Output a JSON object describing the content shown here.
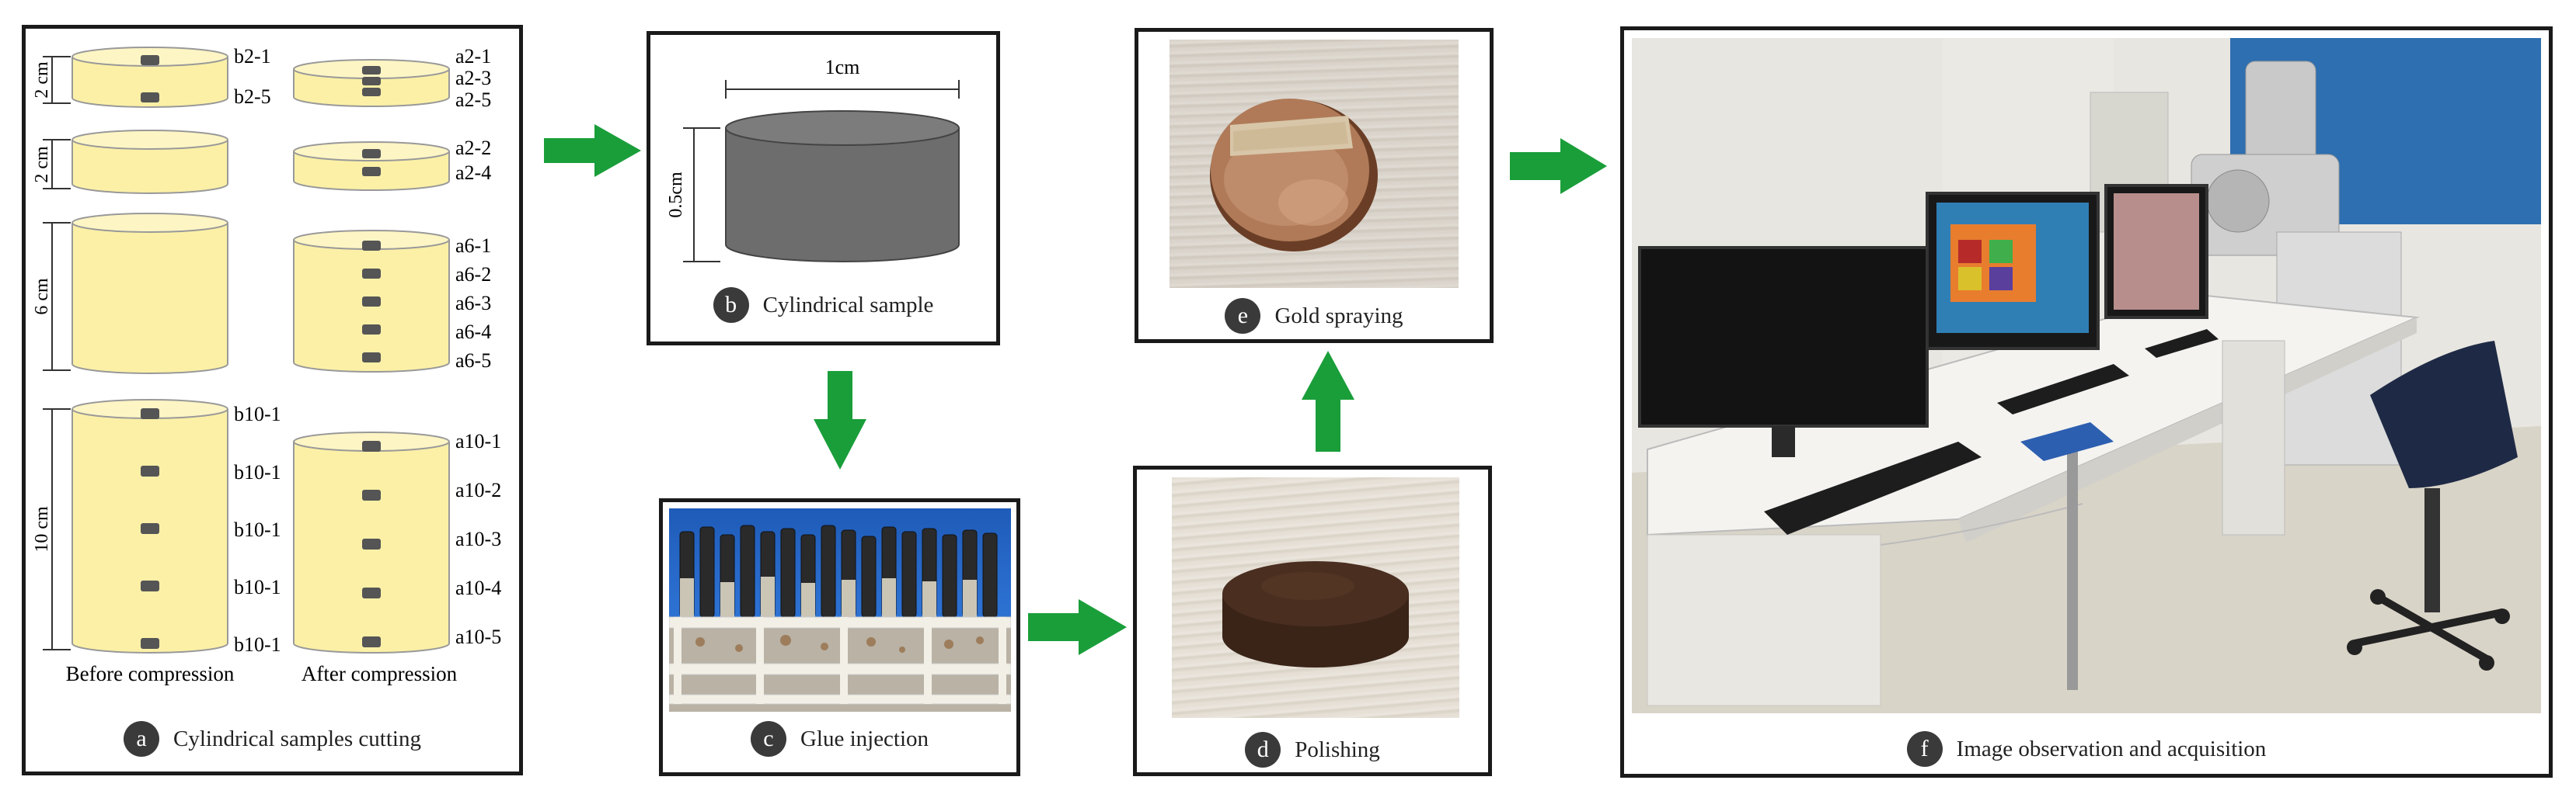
{
  "panels": {
    "a": {
      "badge": "a",
      "caption": "Cylindrical samples cutting"
    },
    "b": {
      "badge": "b",
      "caption": "Cylindrical sample"
    },
    "c": {
      "badge": "c",
      "caption": "Glue injection"
    },
    "d": {
      "badge": "d",
      "caption": "Polishing"
    },
    "e": {
      "badge": "e",
      "caption": "Gold spraying"
    },
    "f": {
      "badge": "f",
      "caption": "Image observation and acquisition"
    }
  },
  "panel_a": {
    "dim_2cm_a": "2 cm",
    "dim_2cm_b": "2 cm",
    "dim_6cm": "6 cm",
    "dim_10cm": "10 cm",
    "before_label": "Before compression",
    "after_label": "After compression",
    "b2_labels": [
      "b2-1",
      "b2-5"
    ],
    "a2_labels": [
      "a2-1",
      "a2-3",
      "a2-5"
    ],
    "a2b_labels": [
      "a2-2",
      "a2-4"
    ],
    "a6_labels": [
      "a6-1",
      "a6-2",
      "a6-3",
      "a6-4",
      "a6-5"
    ],
    "b10_labels": [
      "b10-1",
      "b10-1",
      "b10-1",
      "b10-1",
      "b10-1"
    ],
    "a10_labels": [
      "a10-1",
      "a10-2",
      "a10-3",
      "a10-4",
      "a10-5"
    ]
  },
  "panel_b": {
    "width_label": "1cm",
    "height_label": "0.5cm"
  },
  "colors": {
    "cylinder_fill": "#fbf0a6",
    "sample_fill": "#6d6d6d",
    "arrow": "#1a9e3a",
    "plug": "#555555"
  }
}
